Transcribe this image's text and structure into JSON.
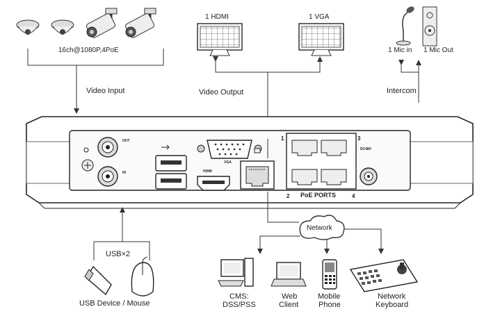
{
  "cameras": {
    "label": "16ch@1080P,4PoE"
  },
  "video_input": {
    "label": "Video Input"
  },
  "video_output": {
    "label": "Video Output",
    "hdmi_label": "1 HDMI",
    "vga_label": "1 VGA"
  },
  "intercom": {
    "label": "Intercom",
    "mic_in_label": "1 Mic in",
    "mic_out_label": "1 Mic Out"
  },
  "device_panel": {
    "out_label": "OUT",
    "in_label": "IN",
    "vga_port_label": "VGA",
    "hdmi_port_label": "HDMI",
    "power_label": "DC48V",
    "poe_label": "PoE PORTS",
    "poe_port_numbers": [
      "1",
      "2",
      "3",
      "4"
    ]
  },
  "usb": {
    "count_label": "USB×2",
    "device_label": "USB Device / Mouse"
  },
  "network": {
    "cloud_label": "Network",
    "clients": [
      {
        "line1": "CMS:",
        "line2": "DSS/PSS",
        "icon": "computer-icon"
      },
      {
        "line1": "Web",
        "line2": "Client",
        "icon": "laptop-icon"
      },
      {
        "line1": "Mobile",
        "line2": "Phone",
        "icon": "mobile-phone-icon"
      },
      {
        "line1": "Network",
        "line2": "Keyboard",
        "icon": "network-keyboard-icon"
      }
    ]
  }
}
